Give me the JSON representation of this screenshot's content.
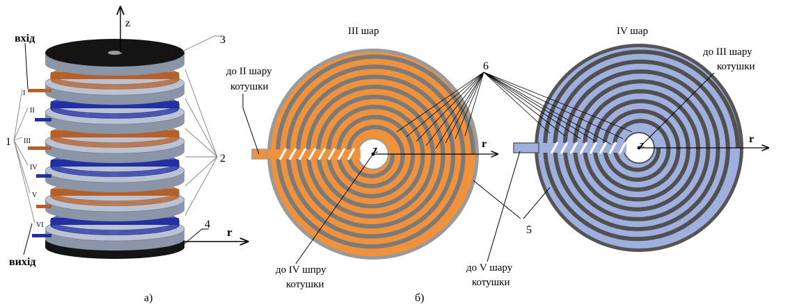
{
  "colors": {
    "copper": "#f0923c",
    "copper_stripe": "#7a7a7a",
    "copper_edge": "#9a9a9a",
    "blue": "#9fb0de",
    "blue_stripe": "#505050",
    "blue_edge": "#555555",
    "disc": "#b9c3d4",
    "disc_dark": "#8b95a8",
    "cap": "#141414",
    "coil_copper": "#b5602a",
    "coil_blue": "#2230a0"
  },
  "panel_a": {
    "axis_z": "z",
    "axis_r": "r",
    "input_label": "вхід",
    "output_label": "вихід",
    "layer_numerals": [
      "I",
      "II",
      "III",
      "IV",
      "V",
      "VI"
    ],
    "callout_1": "1",
    "callout_2": "2",
    "callout_3": "3",
    "callout_4": "4",
    "caption": "а)"
  },
  "panel_b": {
    "layer3_title": "III шар",
    "layer4_title": "IV шар",
    "to_layer2": [
      "до II шару",
      "котушки"
    ],
    "to_layer4": [
      "до IV шпру",
      "котушки"
    ],
    "to_layer5": [
      "до V шару",
      "котушки"
    ],
    "to_layer3": [
      "до III шару",
      "котушки"
    ],
    "callout_6": "6",
    "callout_5": "5",
    "axis_z": "z",
    "axis_r": "r",
    "caption": "б)"
  }
}
